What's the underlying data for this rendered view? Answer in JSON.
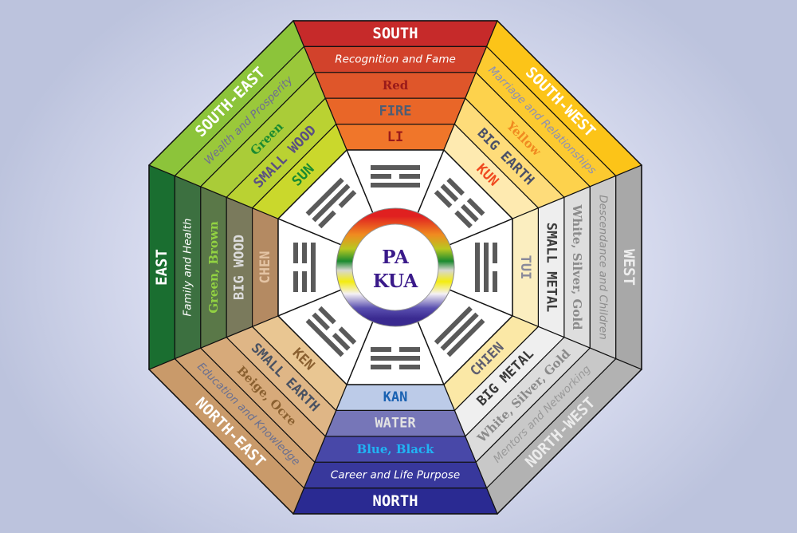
{
  "center": {
    "line1": "PA",
    "line2": "KUA"
  },
  "sectors": [
    {
      "id": "south",
      "angle": 0,
      "trigram_lines": [
        "solid",
        "broken",
        "solid"
      ],
      "labels": [
        "SOUTH",
        "Recognition and Fame",
        "Red",
        "FIRE",
        "LI"
      ],
      "fills": [
        "#c62a2a",
        "#d2422b",
        "#df562a",
        "#e96628",
        "#f0762a"
      ],
      "text_colors": [
        "#ffffff",
        "#ffffff",
        "#9a1a1a",
        "#4e5c72",
        "#9a1a1a"
      ]
    },
    {
      "id": "south-west",
      "angle": 45,
      "trigram_lines": [
        "broken",
        "broken",
        "broken"
      ],
      "labels": [
        "SOUTH-WEST",
        "Marriage and Relationships",
        "Yellow",
        "BIG EARTH",
        "KUN"
      ],
      "fills": [
        "#fcc418",
        "#fcca30",
        "#fdd24c",
        "#fedc7a",
        "#feeab0"
      ],
      "text_colors": [
        "#ffffff",
        "#8a8fb8",
        "#f08a20",
        "#4a5068",
        "#f04a20"
      ]
    },
    {
      "id": "west",
      "angle": 90,
      "trigram_lines": [
        "broken",
        "solid",
        "solid"
      ],
      "labels": [
        "WEST",
        "Descendance and Children",
        "White, Silver, Gold",
        "SMALL METAL",
        "TUI"
      ],
      "fills": [
        "#a8a8a8",
        "#cacaca",
        "#dedede",
        "#eeeeee",
        "#fbeec0"
      ],
      "text_colors": [
        "#eeeeee",
        "#8c8c8c",
        "#8a8a8a",
        "#3c3c3c",
        "#8a8a9a"
      ]
    },
    {
      "id": "north-west",
      "angle": 135,
      "trigram_lines": [
        "solid",
        "solid",
        "solid"
      ],
      "labels": [
        "NORTH-WEST",
        "Mentors and Networking",
        "White, Silver, Gold",
        "BIG METAL",
        "CHIEN"
      ],
      "fills": [
        "#b2b2b2",
        "#c8c8c8",
        "#dcdcdc",
        "#efefef",
        "#fbe8a6"
      ],
      "text_colors": [
        "#ececec",
        "#9a9a9a",
        "#8a8a8a",
        "#3a3a3a",
        "#606070"
      ]
    },
    {
      "id": "north",
      "angle": 180,
      "trigram_lines": [
        "broken",
        "solid",
        "broken"
      ],
      "labels": [
        "NORTH",
        "Career and Life Purpose",
        "Blue, Black",
        "WATER",
        "KAN"
      ],
      "fills": [
        "#2a2a92",
        "#38389c",
        "#4848a8",
        "#7676b8",
        "#bccbe8"
      ],
      "text_colors": [
        "#ffffff",
        "#ffffff",
        "#20b4f4",
        "#e2e2e2",
        "#1a62b2"
      ]
    },
    {
      "id": "north-east",
      "angle": 225,
      "trigram_lines": [
        "solid",
        "broken",
        "broken"
      ],
      "labels": [
        "NORTH-EAST",
        "Education and Knowledge",
        "Beige, Ocre",
        "SMALL EARTH",
        "KEN"
      ],
      "fills": [
        "#c99a6a",
        "#d0a272",
        "#d7aa7a",
        "#dfb686",
        "#e9c692"
      ],
      "text_colors": [
        "#ffffff",
        "#6a7090",
        "#8a6030",
        "#4a5262",
        "#8a6030"
      ]
    },
    {
      "id": "east",
      "angle": 270,
      "trigram_lines": [
        "broken",
        "broken",
        "solid"
      ],
      "labels": [
        "EAST",
        "Family and Health",
        "Green, Brown",
        "BIG WOOD",
        "CHEN"
      ],
      "fills": [
        "#1a6e30",
        "#3c7040",
        "#5a7848",
        "#7a7a5c",
        "#b48a62"
      ],
      "text_colors": [
        "#ffffff",
        "#ffffff",
        "#92d242",
        "#dcdcdc",
        "#e4c4a4"
      ]
    },
    {
      "id": "south-east",
      "angle": 315,
      "trigram_lines": [
        "solid",
        "solid",
        "broken"
      ],
      "labels": [
        "SOUTH-EAST",
        "Wealth and Prosperity",
        "Green",
        "SMALL WOOD",
        "SUN"
      ],
      "fills": [
        "#8cc43a",
        "#9ac83a",
        "#aacc38",
        "#bad232",
        "#cad82c"
      ],
      "text_colors": [
        "#ffffff",
        "#6e6e92",
        "#1a8a30",
        "#5a5082",
        "#1a8a30"
      ]
    }
  ]
}
